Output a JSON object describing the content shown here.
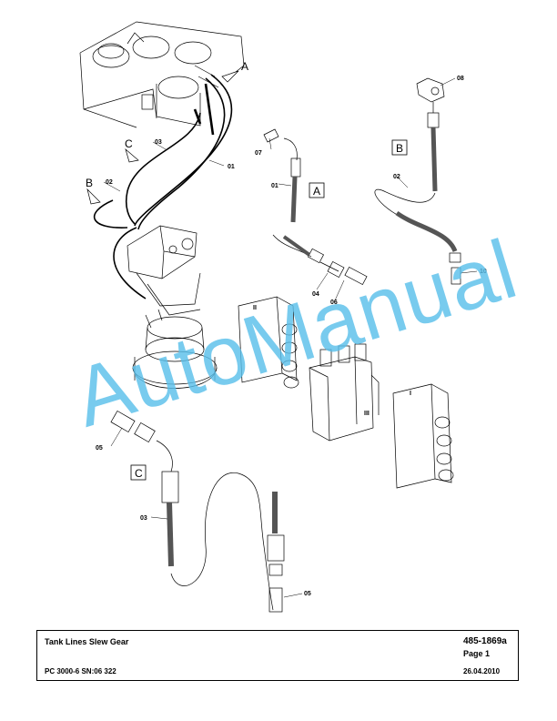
{
  "watermark": "AutoManual",
  "view_letters": {
    "a": "A",
    "b": "B",
    "c": "C"
  },
  "parts": {
    "p01": "01",
    "p02": "02",
    "p03": "03",
    "p04": "04",
    "p05": "05",
    "p06": "06",
    "p07": "07",
    "p08": "08",
    "p10": "10"
  },
  "valve_labels": {
    "v1": "I",
    "v2": "II",
    "v3": "III"
  },
  "title_block": {
    "title": "Tank Lines Slew Gear",
    "doc_number": "485-1869a",
    "page": "Page 1",
    "model": "PC 3000-6 SN:06 322",
    "date": "26.04.2010"
  }
}
